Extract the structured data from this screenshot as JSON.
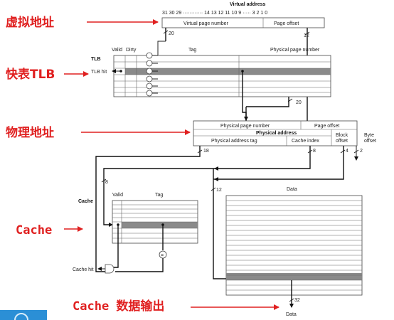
{
  "virtual_address": {
    "title": "Virtual address",
    "bits": "31  30  29 ············ 14  13  12  11  10   9 ····· 3   2   1   0",
    "fields": [
      "Virtual page number",
      "Page offset"
    ],
    "widths": [
      "20",
      "12"
    ]
  },
  "tlb": {
    "title": "TLB",
    "headers": [
      "Valid",
      "Dirty",
      "Tag",
      "Physical page number"
    ],
    "hit_label": "TLB hit",
    "width_out": "20",
    "comparator": "="
  },
  "physical_address": {
    "top_fields": [
      "Physical page number",
      "Page offset"
    ],
    "title": "Physical address",
    "fields": [
      "Physical address tag",
      "Cache index",
      "Block\noffset",
      "Byte\noffset"
    ],
    "widths": [
      "18",
      "8",
      "4",
      "2"
    ]
  },
  "cache": {
    "title": "Cache",
    "headers": [
      "Valid",
      "Tag"
    ],
    "data_header": "Data",
    "hit_label": "Cache hit",
    "width_index": "8",
    "width_block": "12",
    "width_out": "32",
    "out_label": "Data",
    "comparator": "="
  },
  "annotations": {
    "virtual": "虚拟地址",
    "tlb": "快表TLB",
    "physical": "物理地址",
    "cache": "Cache",
    "cache_out": "Cache 数据输出"
  }
}
